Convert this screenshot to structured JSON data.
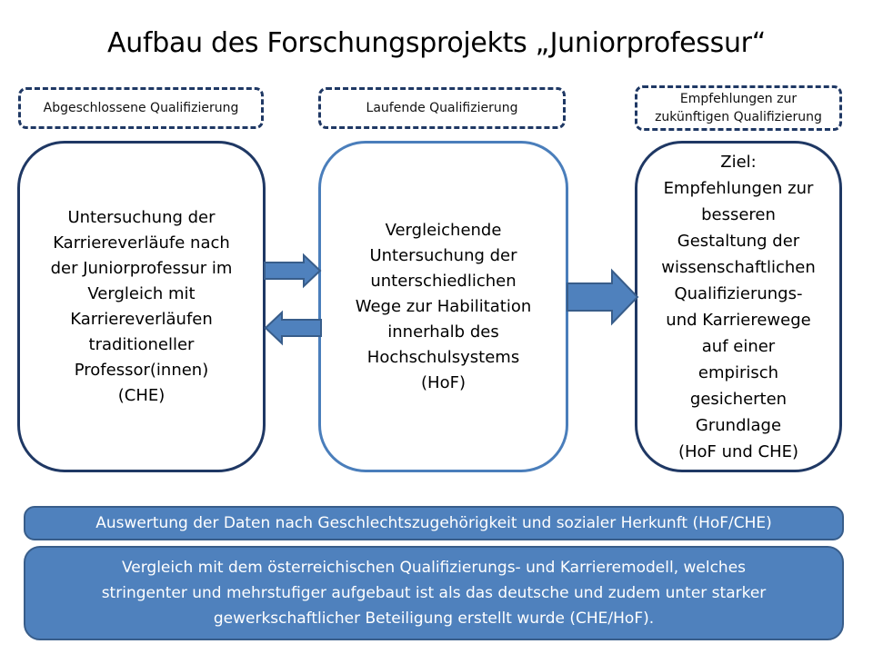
{
  "title": "Aufbau des Forschungsprojekts „Juniorprofessur“",
  "phases": {
    "completed": "Abgeschlossene Qualifizierung",
    "ongoing": "Laufende Qualifizierung",
    "future": "Empfehlungen zur\nzukünftigen Qualifizierung"
  },
  "boxes": {
    "left": "Untersuchung der\nKarriereverläufe nach\nder Juniorprofessur  im\nVergleich mit\nKarriereverläufen\ntraditioneller\nProfessor(innen)\n(CHE)",
    "middle": "Vergleichende\nUntersuchung der\nunterschiedlichen\nWege zur Habilitation\ninnerhalb  des\nHochschulsystems\n(HoF)",
    "right": "Ziel:\nEmpfehlungen zur\nbesseren\nGestaltung der\nwissenschaftlichen\nQualifizierungs-\nund Karrierewege\nauf einer\nempirisch\ngesicherten\nGrundlage\n(HoF und CHE)"
  },
  "banners": {
    "analysis": "Auswertung der Daten nach Geschlechtszugehörigkeit und sozialer Herkunft  (HoF/CHE)",
    "comparison": "Vergleich mit dem österreichischen Qualifizierungs- und Karrieremodell, welches\nstringenter und mehrstufiger aufgebaut ist als das deutsche und zudem unter starker\ngewerkschaftlicher Beteiligung erstellt wurde (CHE/HoF)."
  },
  "colors": {
    "dark_border": "#1f3864",
    "light_border": "#4a7ebb",
    "arrow_fill": "#4f81bd",
    "banner_fill": "#4f81bd"
  }
}
